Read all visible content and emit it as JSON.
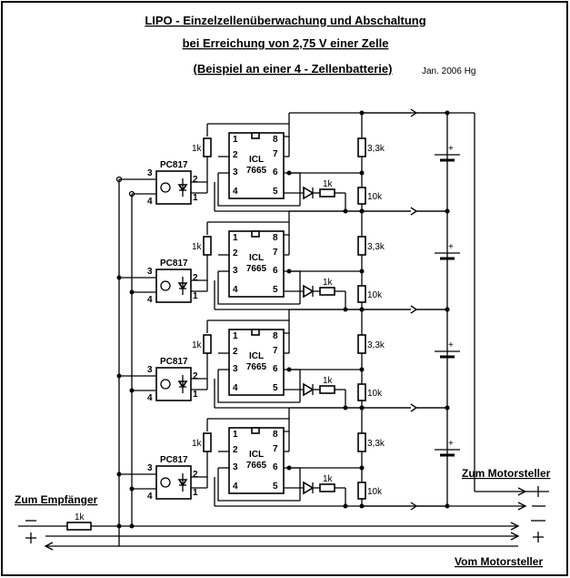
{
  "title": {
    "line1": "LIPO - Einzelzellenüberwachung und Abschaltung",
    "line2": "bei Erreichung von 2,75 V einer Zelle",
    "line3": "(Beispiel an einer 4 - Zellenbatterie)",
    "date": "Jan. 2006 Hg"
  },
  "labels": {
    "input": "Zum Empfänger",
    "output": "Zum Motorsteller",
    "return": "Vom Motorsteller"
  },
  "components": {
    "optocoupler": "PC817",
    "ic_line1": "ICL",
    "ic_line2": "7665",
    "res_1k": "1k",
    "res_33k": "3,3k",
    "res_10k": "10k",
    "input_res": "1k",
    "plus": "+"
  },
  "pins": {
    "opto": [
      "3",
      "4",
      "2",
      "1"
    ],
    "ic_left": [
      "1",
      "2",
      "3",
      "4"
    ],
    "ic_right": [
      "8",
      "7",
      "6",
      "5"
    ]
  }
}
